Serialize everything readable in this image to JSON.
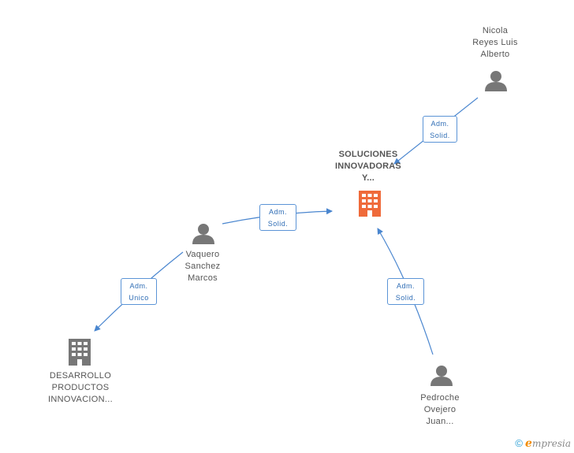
{
  "colors": {
    "edge": "#4a86cf",
    "person_icon": "#777777",
    "company_icon": "#777777",
    "main_company_icon": "#ef6a3a",
    "brand_e": "#f28c00",
    "brand_copy": "#2a9fd6"
  },
  "nodes": {
    "main": {
      "lines": [
        "SOLUCIONES",
        "INNOVADORAS",
        "Y..."
      ],
      "icon": "building-icon"
    },
    "nicola": {
      "lines": [
        "Nicola",
        "Reyes Luis",
        "Alberto"
      ],
      "icon": "person-icon"
    },
    "vaquero": {
      "lines": [
        "Vaquero",
        "Sanchez",
        "Marcos"
      ],
      "icon": "person-icon"
    },
    "desarrollo": {
      "lines": [
        "DESARROLLO",
        "PRODUCTOS",
        "INNOVACION..."
      ],
      "icon": "building-icon"
    },
    "pedroche": {
      "lines": [
        "Pedroche",
        "Ovejero",
        "Juan..."
      ],
      "icon": "person-icon"
    }
  },
  "edges": {
    "nicola_main": {
      "lines": [
        "Adm.",
        "Solid."
      ]
    },
    "vaquero_main": {
      "lines": [
        "Adm.",
        "Solid."
      ]
    },
    "vaquero_desarrollo": {
      "lines": [
        "Adm.",
        "Unico"
      ]
    },
    "pedroche_main": {
      "lines": [
        "Adm.",
        "Solid."
      ]
    }
  },
  "brand": {
    "copyright": "©",
    "e": "e",
    "rest": "mpresia"
  }
}
